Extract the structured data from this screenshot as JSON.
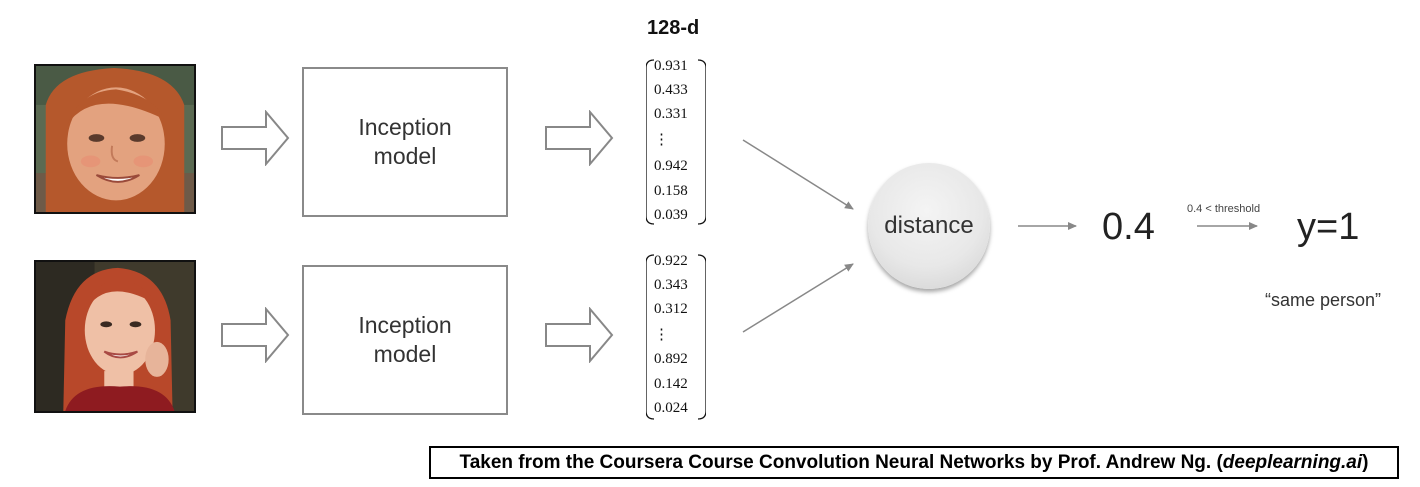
{
  "header": {
    "vector_label": "128-d"
  },
  "rows": [
    {
      "model_line1": "Inception",
      "model_line2": "model",
      "vector": [
        "0.931",
        "0.433",
        "0.331",
        "⋮",
        "0.942",
        "0.158",
        "0.039"
      ]
    },
    {
      "model_line1": "Inception",
      "model_line2": "model",
      "vector": [
        "0.922",
        "0.343",
        "0.312",
        "⋮",
        "0.892",
        "0.142",
        "0.024"
      ]
    }
  ],
  "distance": {
    "label": "distance",
    "value": "0.4",
    "condition": "0.4 < threshold",
    "output": "y=1",
    "verdict": "“same person”"
  },
  "caption": {
    "prefix": "Taken from the Coursera Course Convolution Neural Networks by Prof. Andrew Ng. (",
    "source": "deeplearning.ai",
    "suffix": ")"
  },
  "colors": {
    "arrow_gray": "#888888",
    "box_border": "#8a8a8a",
    "hair_top": "#b5582c",
    "hair_bottom": "#b8482a",
    "shirt_bottom": "#8e1b20"
  },
  "icons": [
    "hollow-right-arrow-icon",
    "thin-arrow-icon"
  ]
}
